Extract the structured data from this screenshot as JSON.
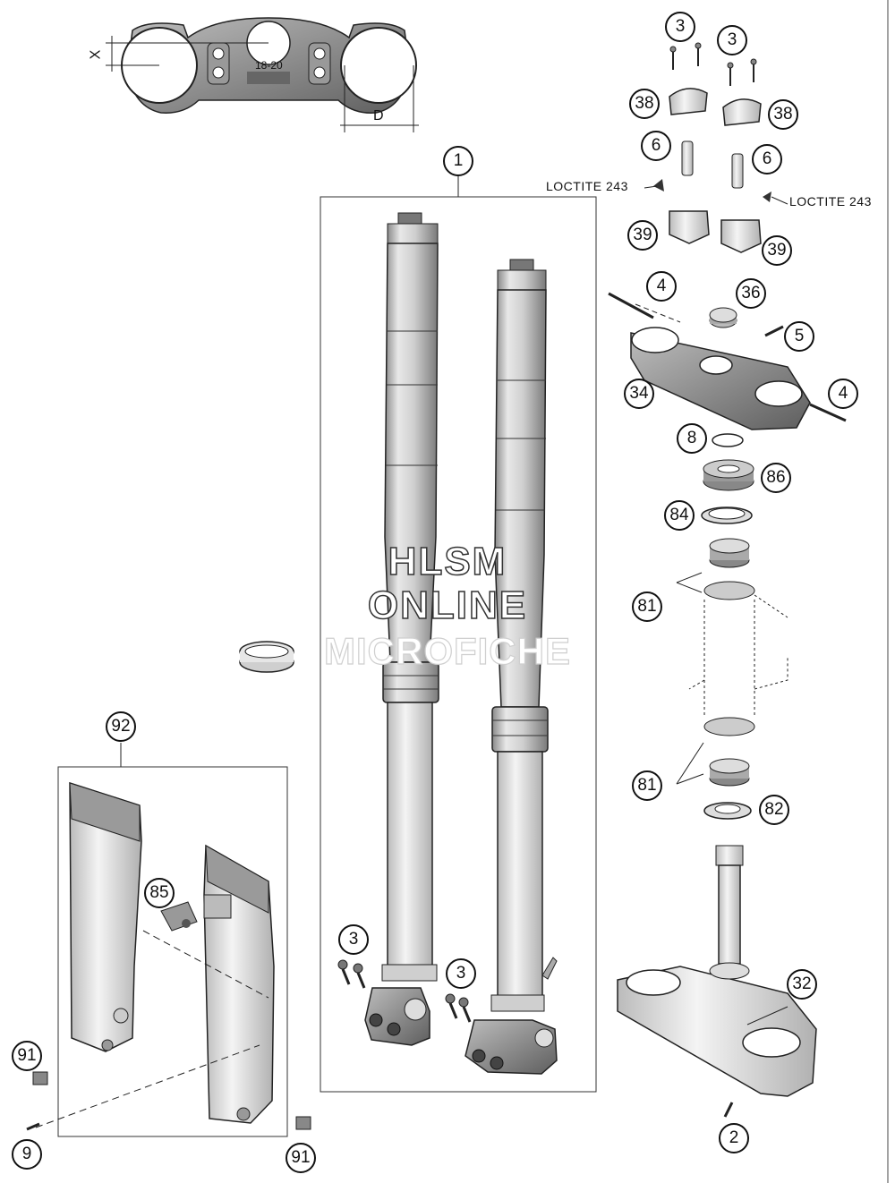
{
  "diagram": {
    "watermark": [
      "HLSM",
      "ONLINE",
      "MICROFICHE"
    ],
    "labels": {
      "loctite": "LOCTITE 243",
      "dim_x": "X",
      "dim_d": "D",
      "clamp_part_code": "18-20"
    },
    "callouts": [
      {
        "id": "c1",
        "label": "①",
        "n": "1"
      },
      {
        "id": "c2",
        "label": "②",
        "n": "2"
      },
      {
        "id": "c3a",
        "label": "③",
        "n": "3"
      },
      {
        "id": "c3b",
        "label": "③",
        "n": "3"
      },
      {
        "id": "c3c",
        "label": "③",
        "n": "3"
      },
      {
        "id": "c3d",
        "label": "③",
        "n": "3"
      },
      {
        "id": "c4a",
        "label": "④",
        "n": "4"
      },
      {
        "id": "c4b",
        "label": "④",
        "n": "4"
      },
      {
        "id": "c5",
        "label": "⑤",
        "n": "5"
      },
      {
        "id": "c6a",
        "label": "⑥",
        "n": "6"
      },
      {
        "id": "c6b",
        "label": "⑥",
        "n": "6"
      },
      {
        "id": "c8",
        "label": "⑧",
        "n": "8"
      },
      {
        "id": "c9",
        "label": "⑨",
        "n": "9"
      },
      {
        "id": "c32",
        "label": "32"
      },
      {
        "id": "c34",
        "label": "34"
      },
      {
        "id": "c36",
        "label": "36"
      },
      {
        "id": "c38a",
        "label": "38"
      },
      {
        "id": "c38b",
        "label": "38"
      },
      {
        "id": "c39a",
        "label": "39"
      },
      {
        "id": "c39b",
        "label": "39"
      },
      {
        "id": "c81a",
        "label": "81"
      },
      {
        "id": "c81b",
        "label": "81"
      },
      {
        "id": "c82",
        "label": "82"
      },
      {
        "id": "c84",
        "label": "84"
      },
      {
        "id": "c85",
        "label": "85"
      },
      {
        "id": "c86",
        "label": "86"
      },
      {
        "id": "c91a",
        "label": "91"
      },
      {
        "id": "c91b",
        "label": "91"
      },
      {
        "id": "c92",
        "label": "92"
      }
    ]
  }
}
